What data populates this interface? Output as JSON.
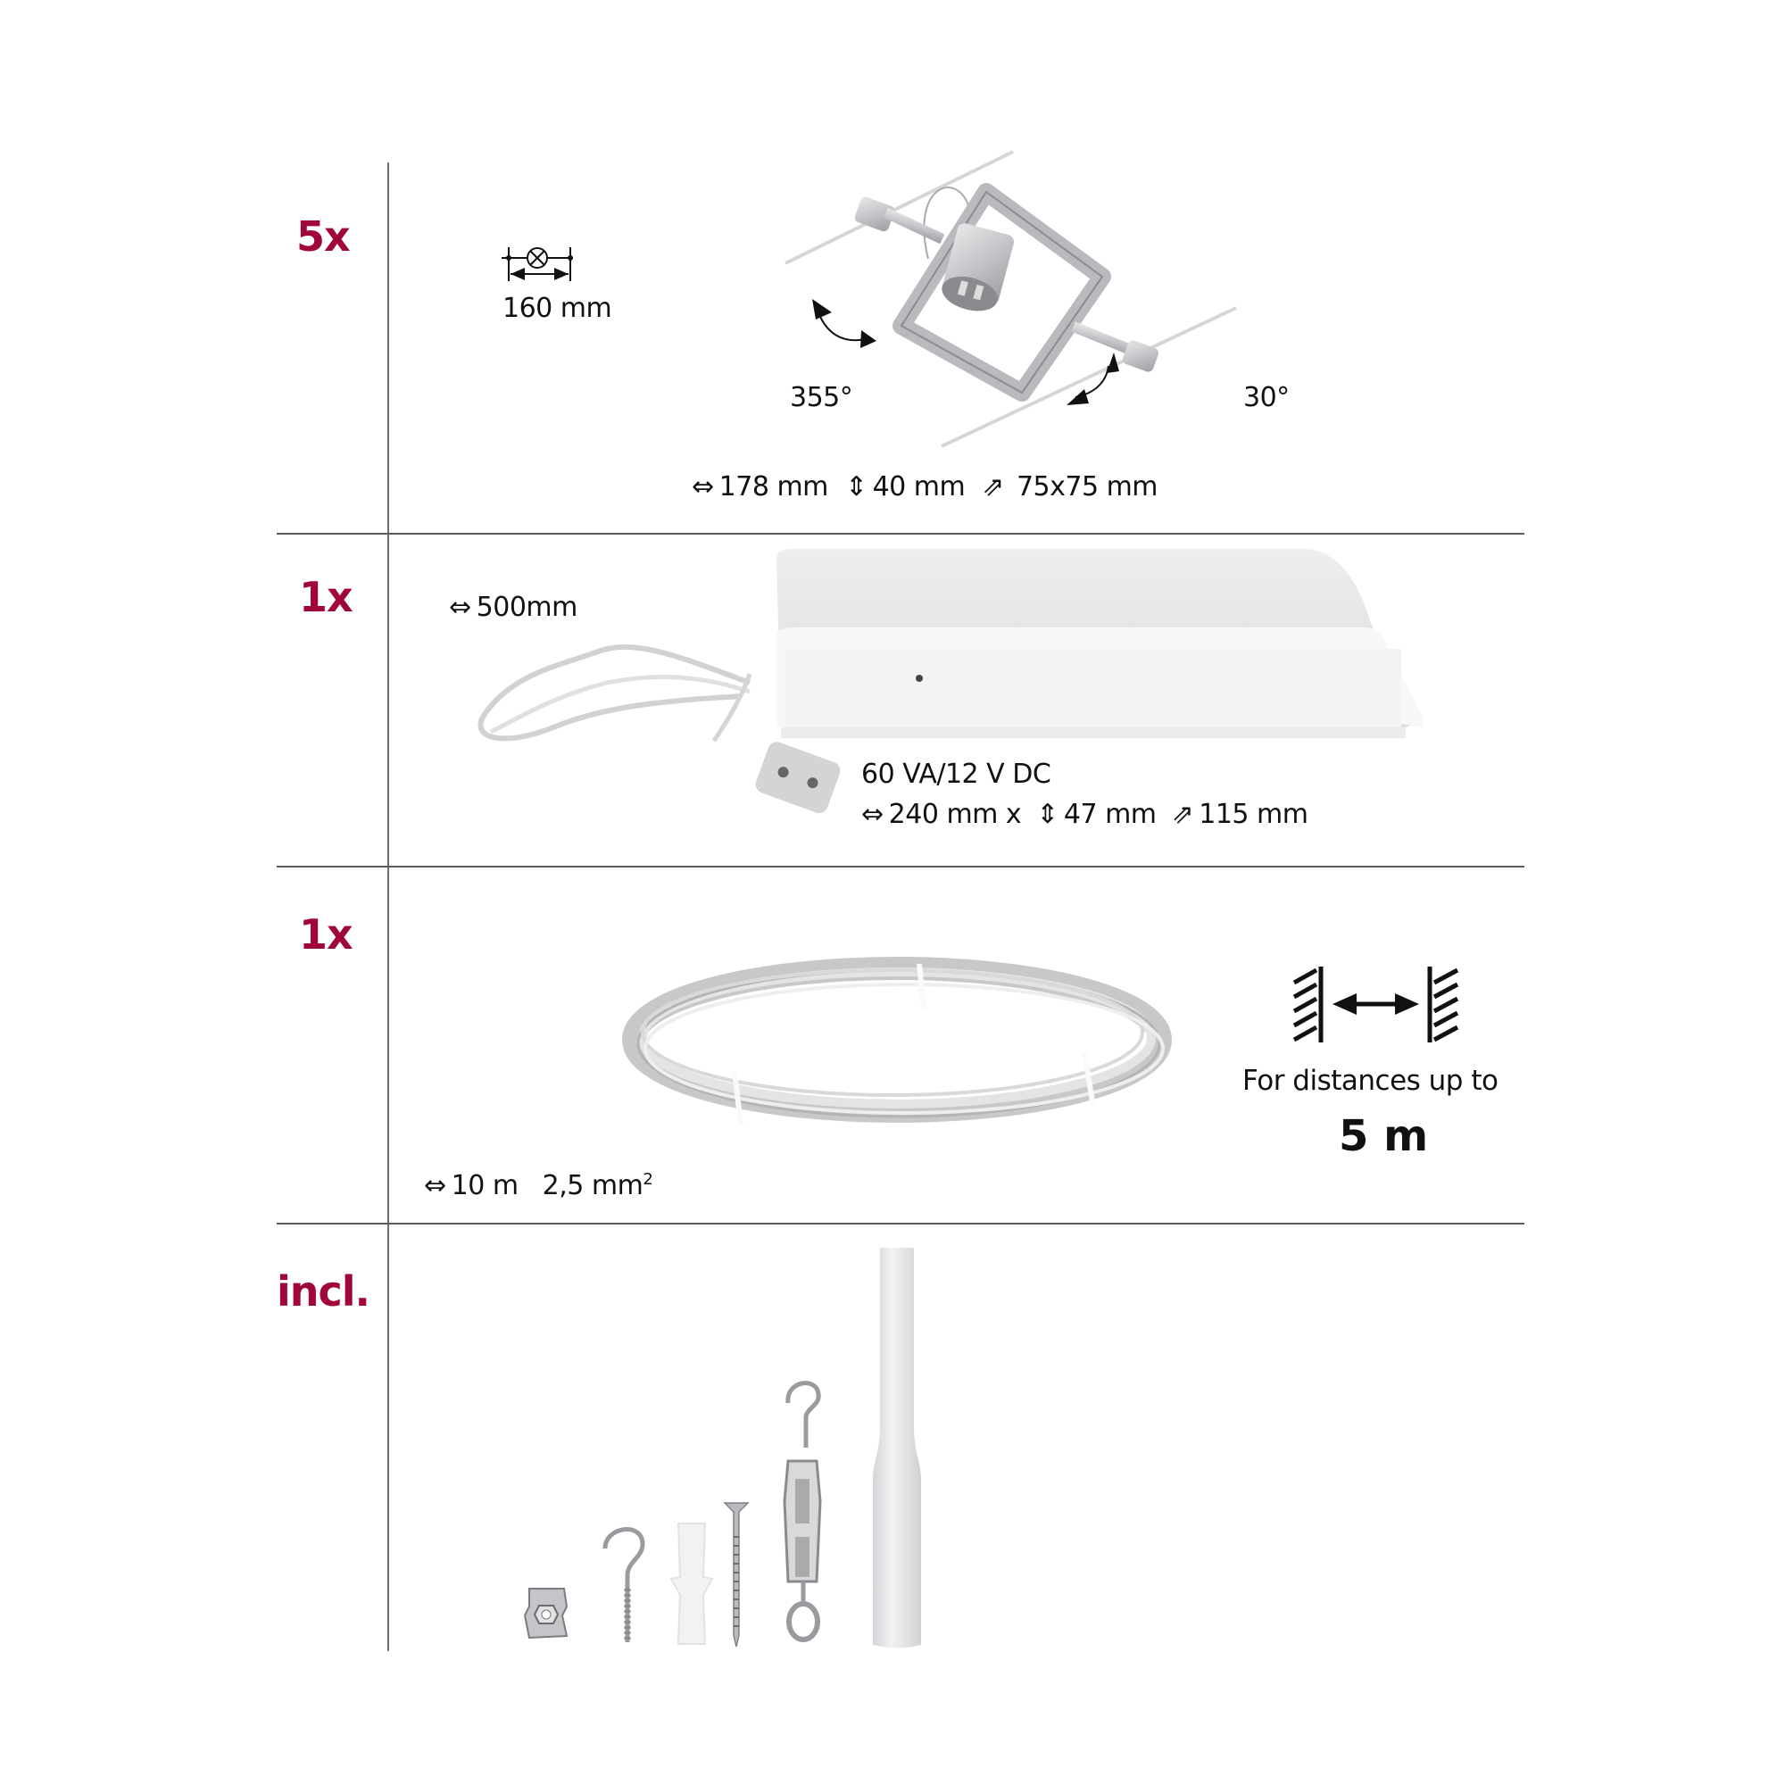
{
  "theme": {
    "accent": "#a0063b",
    "divider": "#5c5c5c",
    "text": "#111111"
  },
  "sections": [
    {
      "quantity": "5x",
      "item": "cable-spotlight",
      "spacing_label": "160 mm",
      "rotation_left": "355°",
      "rotation_right": "30°",
      "dims": {
        "width": "178 mm",
        "height": "40 mm",
        "depth": "75x75 mm"
      }
    },
    {
      "quantity": "1x",
      "item": "transformer",
      "cable_length": "500mm",
      "rating": "60 VA/12 V DC",
      "dims": {
        "width": "240 mm x",
        "height": "47 mm",
        "depth": "115 mm"
      }
    },
    {
      "quantity": "1x",
      "item": "cable-coil",
      "cable_spec": {
        "length": "10 m",
        "cross_section": "2,5 mm",
        "superscript": "2"
      },
      "distance_note": "For distances up to",
      "distance_value": "5 m"
    },
    {
      "quantity": "incl.",
      "item": "mounting-accessories",
      "accessories": [
        "wire-clamp",
        "screw-hook",
        "wall-plug",
        "screw",
        "turnbuckle",
        "ceiling-tube"
      ]
    }
  ],
  "icons": {
    "width": "⇔",
    "height": "⇕",
    "depth": "⇗"
  }
}
